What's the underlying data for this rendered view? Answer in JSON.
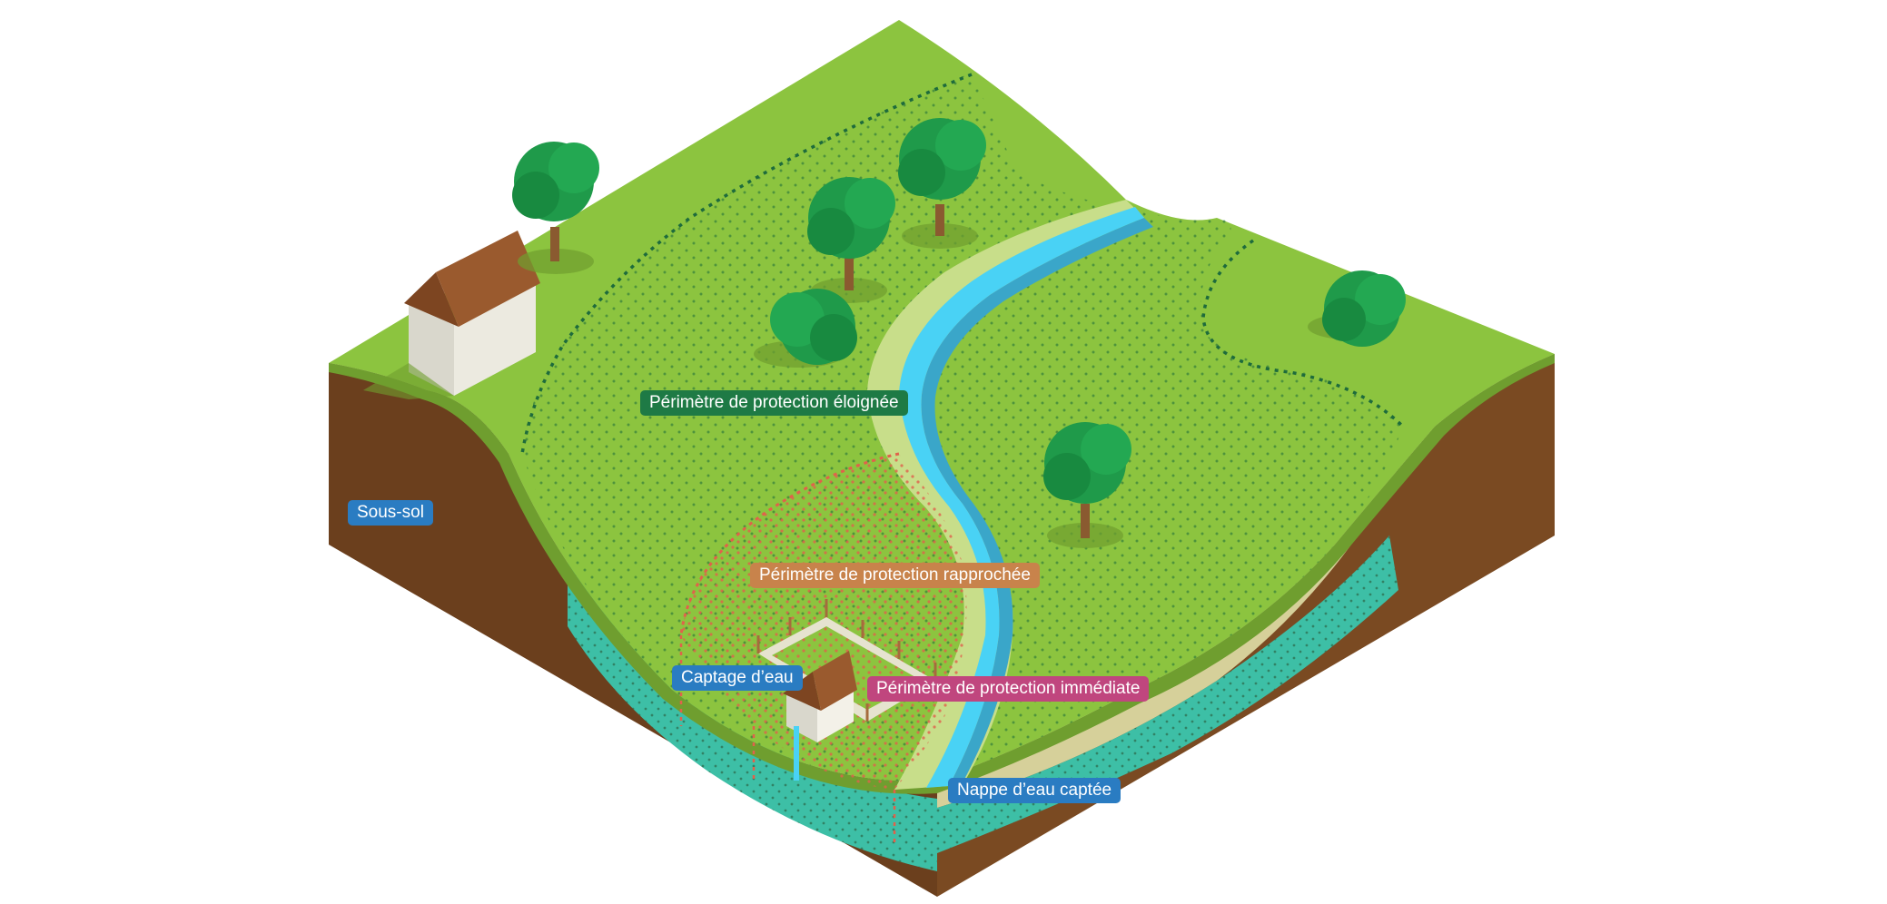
{
  "labels": {
    "far_zone": "Périmètre de protection éloignée",
    "subsoil": "Sous-sol",
    "close_zone": "Périmètre de protection rapprochée",
    "water_intake": "Captage d’eau",
    "immediate_zone": "Périmètre de protection immédiate",
    "aquifer": "Nappe d’eau captée"
  },
  "colors": {
    "grass": "#8cc43f",
    "grass_dark": "#6f9e2f",
    "soil": "#6b3f1d",
    "soil_front": "#7a4a22",
    "sand": "#d6d09a",
    "aquifer": "#3dbfa6",
    "river": "#49d2f5",
    "far_label": "#1e7a45",
    "subsoil_label": "#2a7cc2",
    "close_label": "#c8834b",
    "intake_label": "#2a7cc2",
    "immediate_label": "#c0467e",
    "aquifer_label": "#2a7cc2",
    "tree_foliage": "#1f9a4a",
    "roof": "#9a5a2e",
    "wall": "#e8e6dc"
  }
}
